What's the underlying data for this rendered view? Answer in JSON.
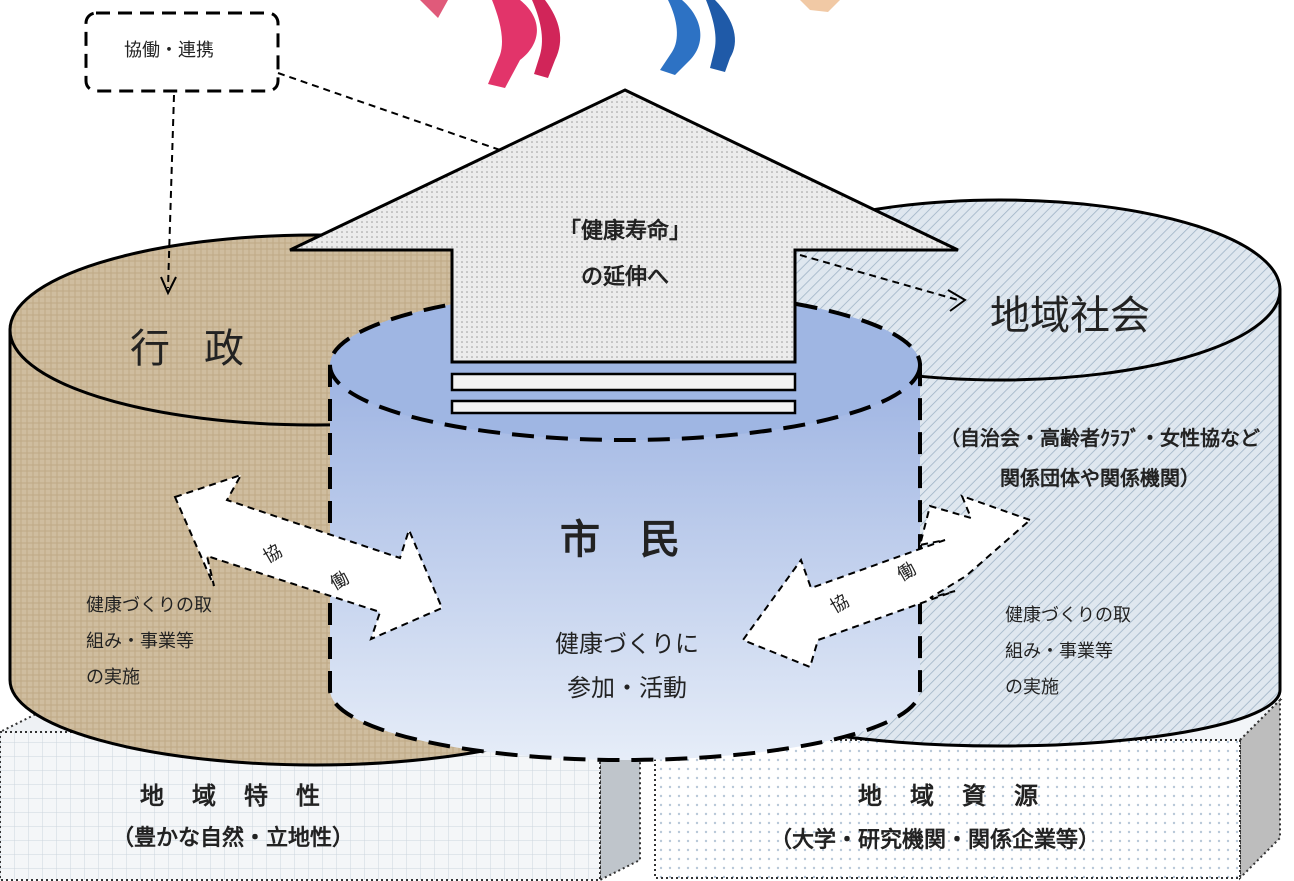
{
  "labels": {
    "cooperation": "協働・連携",
    "arrow_line1": "「健康寿命」",
    "arrow_line2": "の延伸へ",
    "government": "行政",
    "citizen": "市民",
    "community": "地域社会",
    "community_desc": "（自治会・高齢者ｸﾗﾌﾞ・女性協など関係団体や関係機関）",
    "gov_activity": "健康づくりの取\n組み・事業等\nの実施",
    "comm_activity": "健康づくりの取\n組み・事業等\nの実施",
    "citizen_activity": "健康づくりに\n参加・活動",
    "collab_1": "協",
    "collab_2": "働",
    "regional_characteristics": "地域特性",
    "regional_characteristics_sub": "（豊かな自然・立地性）",
    "regional_resources": "地域資源",
    "regional_resources_sub": "（大学・研究機関・関係企業等）"
  },
  "colors": {
    "government": "#cdbb9e",
    "citizen_top": "#9fb6e3",
    "citizen_bottom": "#e3ebf8",
    "community": "#d6e1ec",
    "arrow": "#e6e6e6"
  }
}
